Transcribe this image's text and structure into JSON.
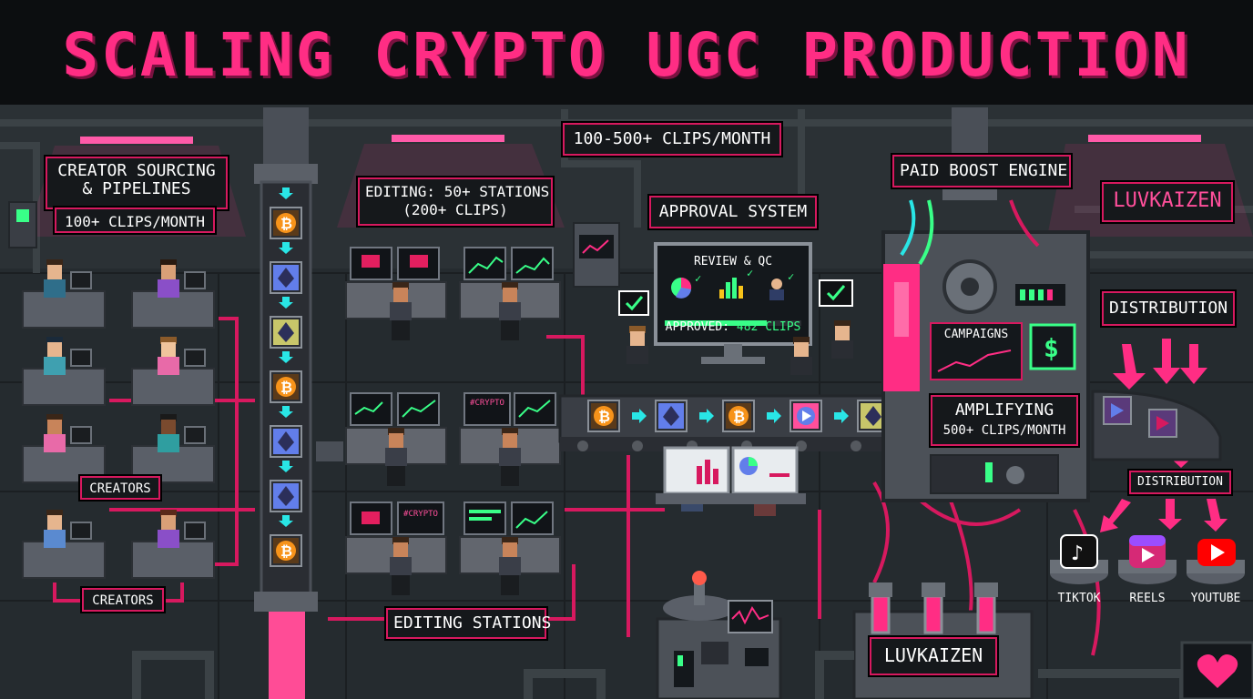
{
  "title": "SCALING CRYPTO UGC PRODUCTION",
  "labels": {
    "creator_sourcing": [
      "CREATOR SOURCING",
      "& PIPELINES"
    ],
    "clips_100": "100+ CLIPS/MONTH",
    "creators_1": "CREATORS",
    "creators_2": "CREATORS",
    "editing_stations_top": [
      "EDITING: 50+ STATIONS",
      "(200+ CLIPS)"
    ],
    "clips_range": "100-500+ CLIPS/MONTH",
    "approval_system": "APPROVAL SYSTEM",
    "review_qc": "REVIEW & QC",
    "approved_prefix": "APPROVED:",
    "approved_count": "482 CLIPS",
    "paid_boost": "PAID BOOST ENGINE",
    "brand_top": "LUVKAIZEN",
    "distribution_1": "DISTRIBUTION",
    "campaigns": "CAMPAIGNS",
    "amplifying": [
      "AMPLIFYING",
      "500+ CLIPS/MONTH"
    ],
    "distribution_2": "DISTRIBUTION",
    "editing_stations_bottom": "EDITING STATIONS",
    "brand_bottom": "LUVKAIZEN",
    "screen_text_1": "#CRYPTO",
    "screen_text_2": "#CRYPTO"
  },
  "platforms": [
    {
      "name": "TIKTOK",
      "icon": "tiktok-icon",
      "color": "#111111"
    },
    {
      "name": "REELS",
      "icon": "reels-icon",
      "color": "#d62976"
    },
    {
      "name": "YOUTUBE",
      "icon": "youtube-icon",
      "color": "#ff0000"
    }
  ],
  "colors": {
    "accent": "#ff2d84",
    "panel_border": "#d7195f",
    "bitcoin": "#f7931a",
    "ethereum": "#627eea",
    "approved": "#39ff88",
    "cyan_arrow": "#29e6e6"
  }
}
